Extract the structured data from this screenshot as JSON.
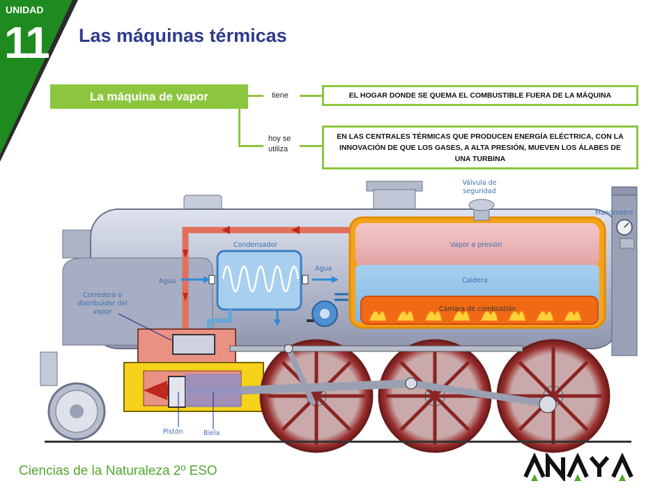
{
  "header": {
    "unit_label": "UNIDAD",
    "unit_number": "11",
    "title": "Las máquinas térmicas"
  },
  "concept_map": {
    "main": "La máquina de vapor",
    "branches": [
      {
        "connector": "tiene",
        "text": "EL HOGAR DONDE SE QUEMA EL COMBUSTIBLE FUERA DE LA MÁQUINA"
      },
      {
        "connector": "hoy se utiliza",
        "text": "EN LAS CENTRALES TÉRMICAS QUE PRODUCEN ENERGÍA ELÉCTRICA, CON LA INNOVACIÓN DE QUE LOS GASES, A ALTA PRESIÓN, MUEVEN LOS ÁLABES DE UNA TURBINA"
      }
    ]
  },
  "diagram": {
    "labels": {
      "valvula": "Válvula de seguridad",
      "manometro": "Manómetro",
      "condensador": "Condensador",
      "vapor": "Vapor a presión",
      "agua_left": "Agua",
      "agua_right": "Agua",
      "caldera": "Caldera",
      "camara": "Cámara de combustión",
      "corredera": "Corredera o distribuidor del vapor",
      "piston": "Pistón",
      "biela": "Biela"
    }
  },
  "footer": {
    "subject": "Ciencias de la Naturaleza 2º ESO",
    "brand": "ANAYA"
  },
  "colors": {
    "green": "#8cc63f",
    "dark_green": "#1f8a1f",
    "title_blue": "#2e3a8c",
    "brand_green": "#52a82e"
  }
}
